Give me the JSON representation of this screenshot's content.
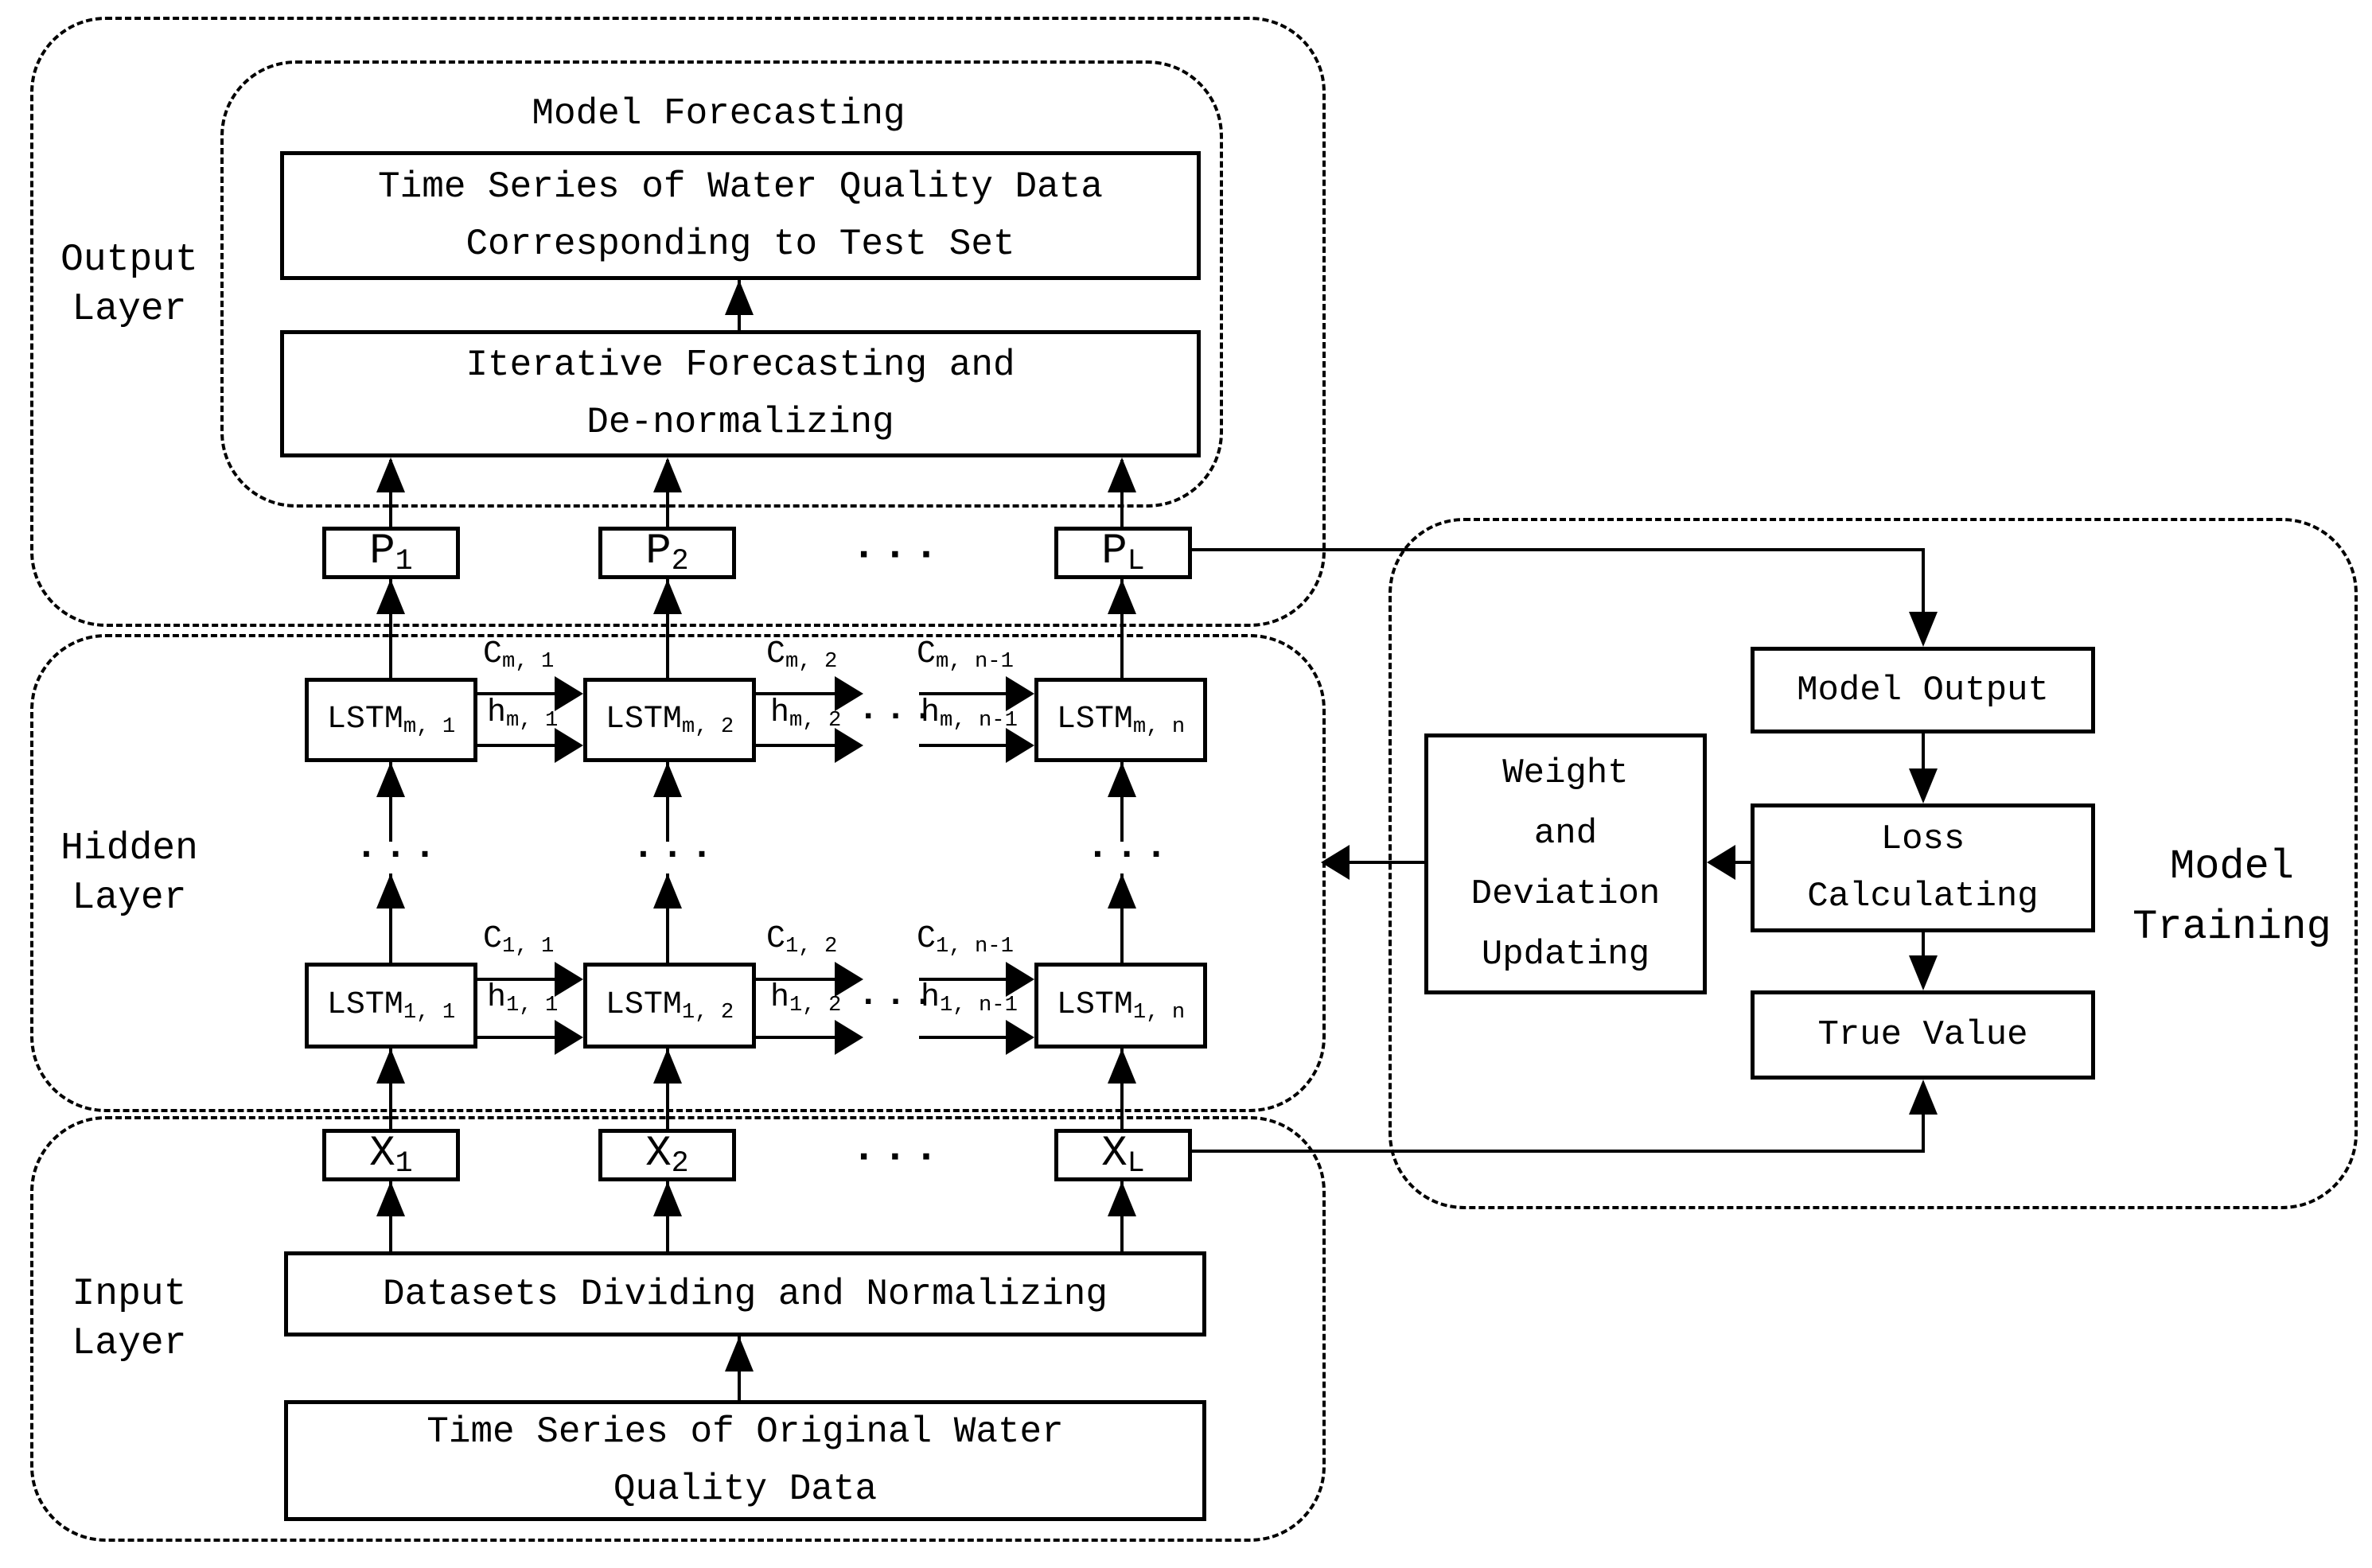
{
  "title": "Model Forecasting",
  "section_labels": {
    "output": [
      "Output",
      "Layer"
    ],
    "hidden": [
      "Hidden",
      "Layer"
    ],
    "input": [
      "Input",
      "Layer"
    ],
    "training": [
      "Model",
      "Training"
    ]
  },
  "boxes": {
    "ts_test": [
      "Time Series of Water Quality Data",
      "Corresponding to Test Set"
    ],
    "iterative": [
      "Iterative Forecasting and",
      "De-normalizing"
    ],
    "datasets": [
      "Datasets Dividing and Normalizing"
    ],
    "ts_orig": [
      "Time Series of Original Water",
      "Quality Data"
    ],
    "model_output": [
      "Model Output"
    ],
    "loss": [
      "Loss",
      "Calculating"
    ],
    "true_value": [
      "True Value"
    ],
    "weight": [
      "Weight",
      "and",
      "Deviation",
      "Updating"
    ]
  },
  "nodes": {
    "p1": {
      "base": "P",
      "sub": "1"
    },
    "p2": {
      "base": "P",
      "sub": "2"
    },
    "pL": {
      "base": "P",
      "sub": "L"
    },
    "x1": {
      "base": "X",
      "sub": "1"
    },
    "x2": {
      "base": "X",
      "sub": "2"
    },
    "xL": {
      "base": "X",
      "sub": "L"
    },
    "lstm_m1": {
      "base": "LSTM",
      "sub": "m, 1"
    },
    "lstm_m2": {
      "base": "LSTM",
      "sub": "m, 2"
    },
    "lstm_mn": {
      "base": "LSTM",
      "sub": "m, n"
    },
    "lstm_11": {
      "base": "LSTM",
      "sub": "1, 1"
    },
    "lstm_12": {
      "base": "LSTM",
      "sub": "1, 2"
    },
    "lstm_1n": {
      "base": "LSTM",
      "sub": "1, n"
    }
  },
  "signals": {
    "c_m1": {
      "base": "C",
      "sub": "m, 1"
    },
    "h_m1": {
      "base": "h",
      "sub": "m, 1"
    },
    "c_m2": {
      "base": "C",
      "sub": "m, 2"
    },
    "h_m2": {
      "base": "h",
      "sub": "m, 2"
    },
    "c_mn1": {
      "base": "C",
      "sub": "m, n-1"
    },
    "h_mn1": {
      "base": "h",
      "sub": "m, n-1"
    },
    "c_11": {
      "base": "C",
      "sub": "1, 1"
    },
    "h_11": {
      "base": "h",
      "sub": "1, 1"
    },
    "c_12": {
      "base": "C",
      "sub": "1, 2"
    },
    "h_12": {
      "base": "h",
      "sub": "1, 2"
    },
    "c_1n1": {
      "base": "C",
      "sub": "1, n-1"
    },
    "h_1n1": {
      "base": "h",
      "sub": "1, n-1"
    }
  },
  "ellipsis": "···",
  "colors": {
    "ink": "#000000",
    "background": "#ffffff"
  }
}
